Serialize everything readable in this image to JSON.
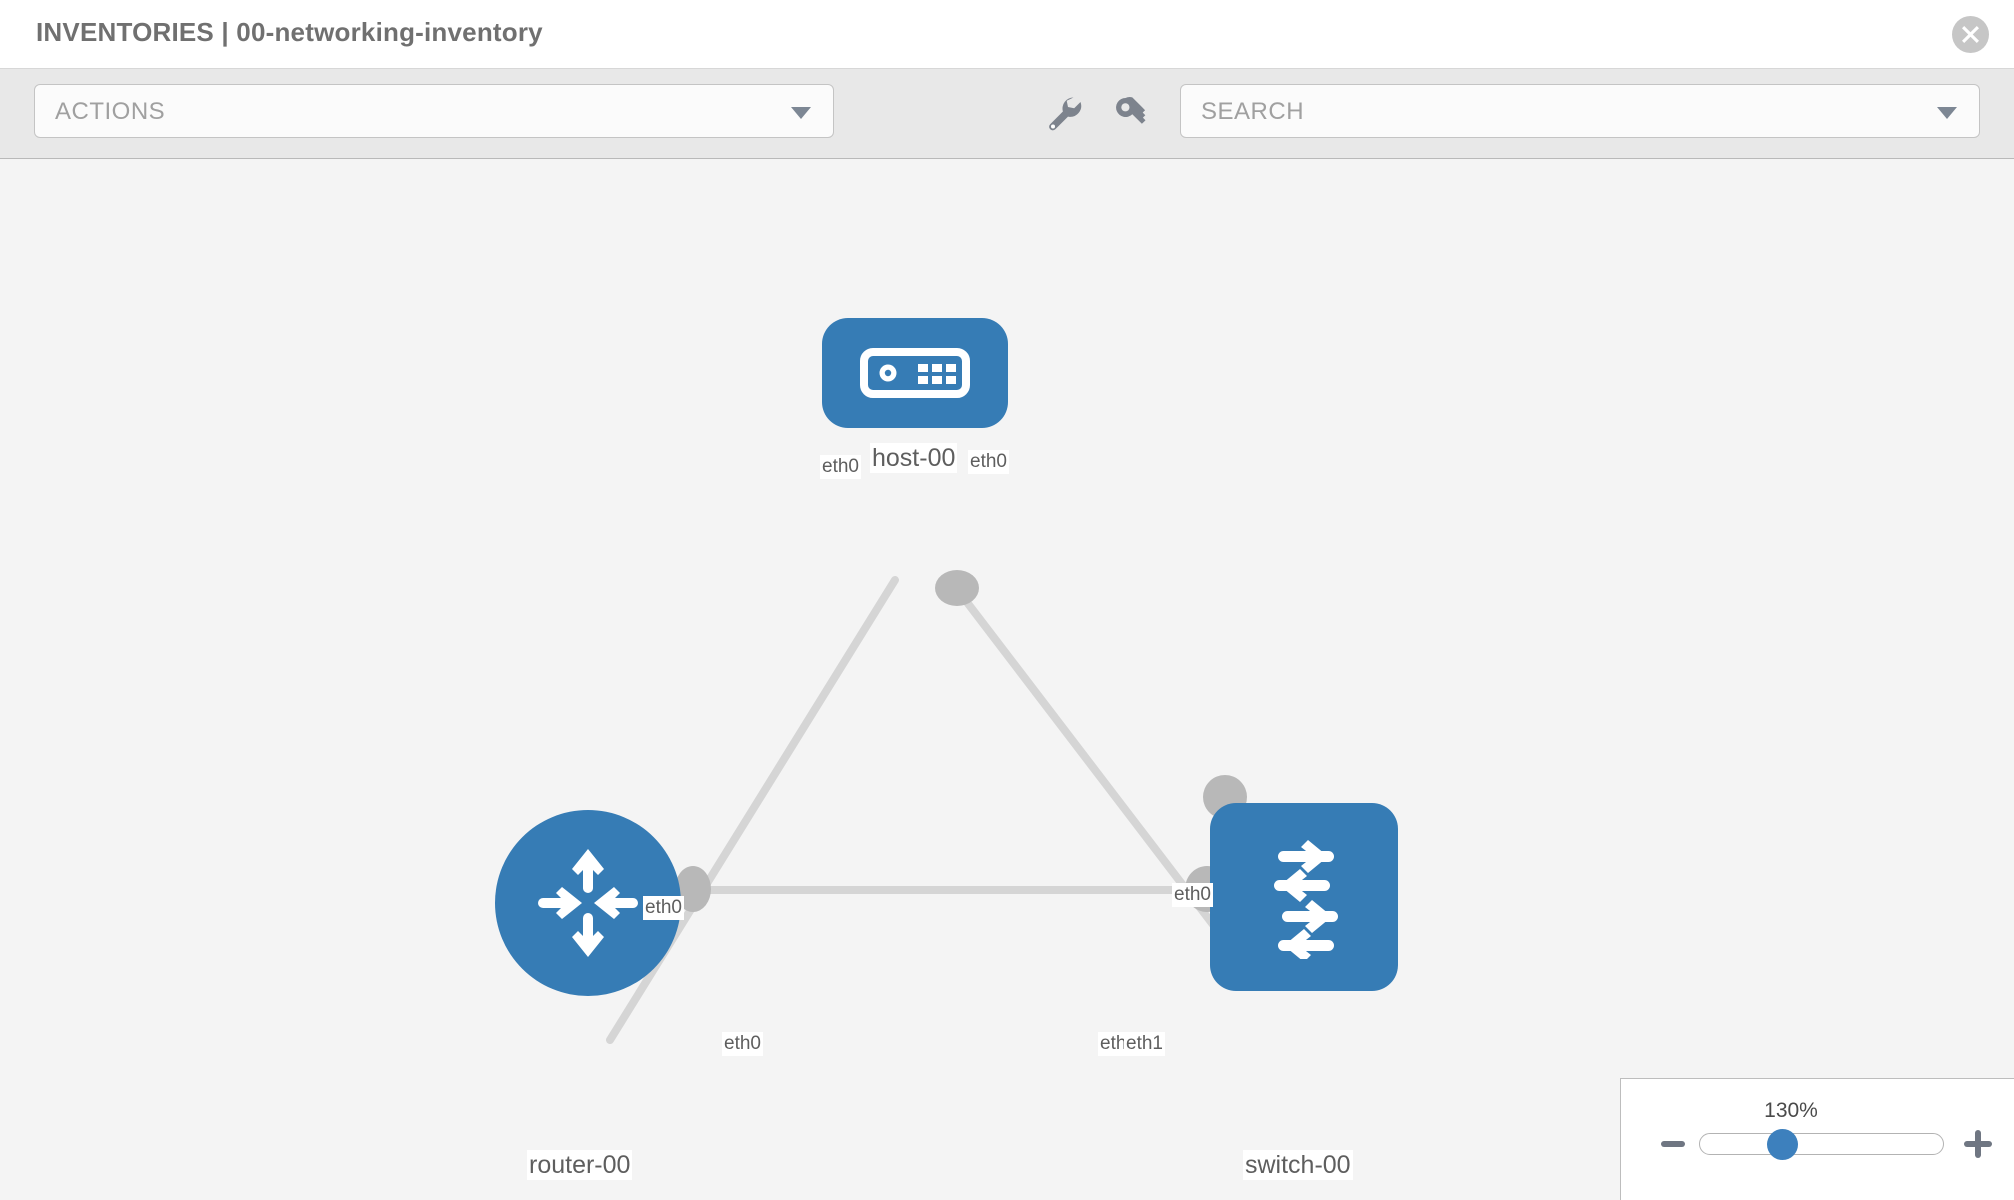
{
  "header": {
    "title": "INVENTORIES | 00-networking-inventory",
    "close_icon": "close-circle-icon"
  },
  "toolbar": {
    "actions_label": "ACTIONS",
    "actions_caret_icon": "chevron-down-icon",
    "wrench_icon": "wrench-icon",
    "key_icon": "key-icon",
    "search_placeholder": "SEARCH",
    "search_value": "",
    "search_caret_icon": "chevron-down-icon"
  },
  "topology": {
    "nodes": [
      {
        "id": "host-00",
        "label": "host-00",
        "type": "host",
        "icon": "server-icon",
        "color": "#367cb5"
      },
      {
        "id": "router-00",
        "label": "router-00",
        "type": "router",
        "icon": "router-arrows-icon",
        "color": "#367cb5"
      },
      {
        "id": "switch-00",
        "label": "switch-00",
        "type": "switch",
        "icon": "switch-arrows-icon",
        "color": "#367cb5"
      }
    ],
    "links": [
      {
        "from": "host-00",
        "to": "router-00",
        "from_iface": "eth0",
        "to_iface": "eth0"
      },
      {
        "from": "host-00",
        "to": "switch-00",
        "from_iface": "eth0",
        "to_iface": "eth0"
      },
      {
        "from": "router-00",
        "to": "switch-00",
        "from_iface": "eth0",
        "to_iface": "eth1"
      }
    ],
    "interface_labels": {
      "host_left": "eth0",
      "host_right": "eth0",
      "router_up": "eth0",
      "router_right": "eth0",
      "switch_up": "eth0",
      "switch_left_a": "eth0",
      "switch_left_b": "eth1"
    },
    "link_color": "#d5d5d5",
    "background": "#f4f4f4"
  },
  "zoom": {
    "percent": "130%",
    "minus_icon": "minus-icon",
    "plus_icon": "plus-icon",
    "slider_value": 60
  }
}
